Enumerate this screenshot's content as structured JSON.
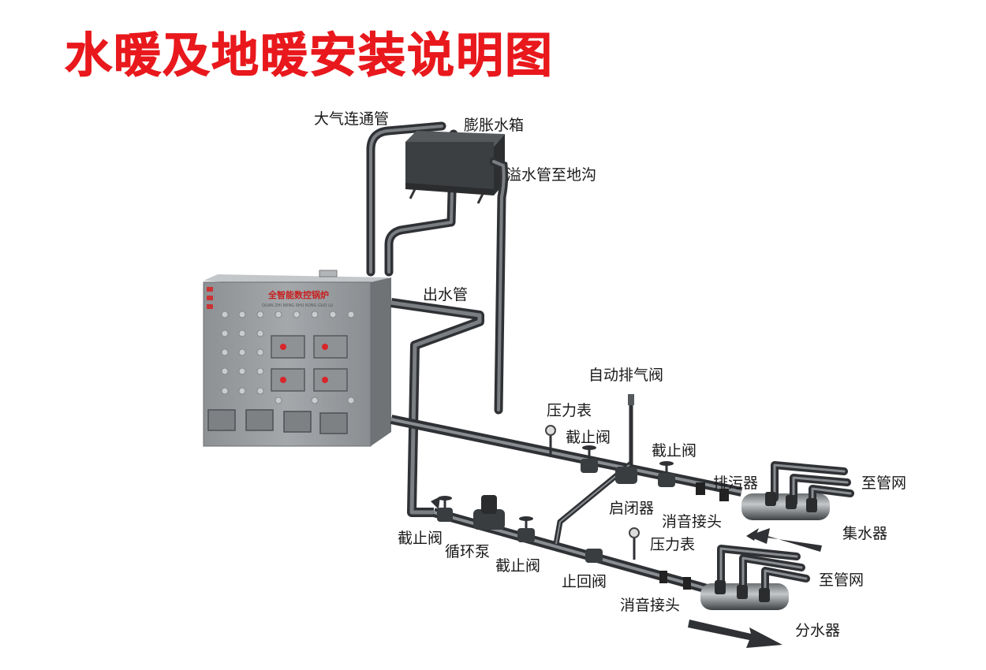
{
  "title": "水暖及地暖安装说明图",
  "boiler": {
    "name": "全智能数控锅炉",
    "pinyin": "QUAN ZHI NENG SHU KONG GUO LU"
  },
  "labels": {
    "atmosphere_pipe": "大气连通管",
    "expansion_tank": "膨胀水箱",
    "overflow_pipe": "溢水管至地沟",
    "outlet_pipe": "出水管",
    "auto_vent_valve": "自动排气阀",
    "pressure_gauge_top": "压力表",
    "stop_valve_top_left": "截止阀",
    "stop_valve_top_right": "截止阀",
    "drain": "排污器",
    "to_pipe_network_top": "至管网",
    "switch": "启闭器",
    "silencer_top": "消音接头",
    "collector": "集水器",
    "stop_valve_pump_left": "截止阀",
    "circulation_pump": "循环泵",
    "stop_valve_pump_right": "截止阀",
    "pressure_gauge_bottom": "压力表",
    "check_valve": "止回阀",
    "to_pipe_network_bottom": "至管网",
    "silencer_bottom": "消音接头",
    "distributor": "分水器"
  },
  "colors": {
    "title": "#e8181c",
    "boiler_body": "#9a9ea1",
    "pipe": "#4a4d50",
    "tank": "#3c3f42",
    "valve_handle": "#d8262a"
  }
}
